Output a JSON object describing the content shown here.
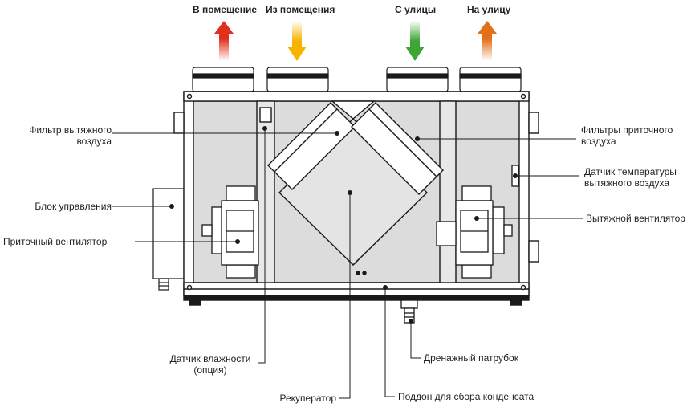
{
  "flows": {
    "to_room": "В помещение",
    "from_room": "Из помещения",
    "from_street": "С улицы",
    "to_street": "На улицу"
  },
  "labels": {
    "exhaust_filter_1": "Фильтр вытяжного",
    "exhaust_filter_2": "воздуха",
    "control_unit": "Блок управления",
    "supply_fan": "Приточный вентилятор",
    "humidity_sensor_1": "Датчик влажности",
    "humidity_sensor_2": "(опция)",
    "recuperator": "Рекуператор",
    "condensate_pan": "Поддон для сбора конденсата",
    "drain_pipe": "Дренажный патрубок",
    "supply_filters_1": "Фильтры приточного",
    "supply_filters_2": "воздуха",
    "temp_sensor_1": "Датчик температуры",
    "temp_sensor_2": "вытяжного воздуха",
    "exhaust_fan": "Вытяжной вентилятор"
  },
  "colors": {
    "to_room": "#e2301d",
    "from_room": "#f6b400",
    "from_street": "#3fa535",
    "to_street": "#e2701a",
    "panel": "#dcdcdc",
    "frame": "#1a1a1a"
  }
}
